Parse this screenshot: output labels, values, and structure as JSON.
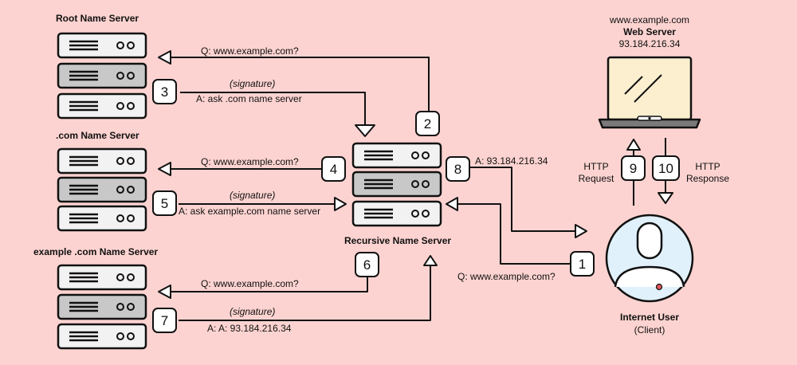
{
  "servers": {
    "root": {
      "title": "Root Name Server"
    },
    "com": {
      "title": ".com Name Server"
    },
    "example": {
      "title": "example .com Name Server"
    },
    "recursive": {
      "title": "Recursive Name Server"
    }
  },
  "web_server": {
    "domain": "www.example.com",
    "title": "Web Server",
    "ip": "93.184.216.34"
  },
  "client": {
    "title": "Internet User",
    "subtitle": "(Client)"
  },
  "messages": {
    "root_query": "Q: www.example.com?",
    "root_signature": "(signature)",
    "root_answer": "A: ask .com name server",
    "com_query": "Q: www.example.com?",
    "com_signature": "(signature)",
    "com_answer": "A: ask example.com name server",
    "example_query": "Q: www.example.com?",
    "example_signature": "(signature)",
    "example_answer": "A: A: 93.184.216.34",
    "client_query": "Q: www.example.com?",
    "client_answer": "A: 93.184.216.34",
    "http_request_line1": "HTTP",
    "http_request_line2": "Request",
    "http_response_line1": "HTTP",
    "http_response_line2": "Response"
  },
  "steps": [
    "1",
    "2",
    "3",
    "4",
    "5",
    "6",
    "7",
    "8",
    "9",
    "10"
  ],
  "colors": {
    "background": "#fcd3d0",
    "server_light": "#f2f2f2",
    "server_mid": "#c8c8c8",
    "laptop_screen": "#fbefcf",
    "client_circle": "#e1f1fb"
  }
}
